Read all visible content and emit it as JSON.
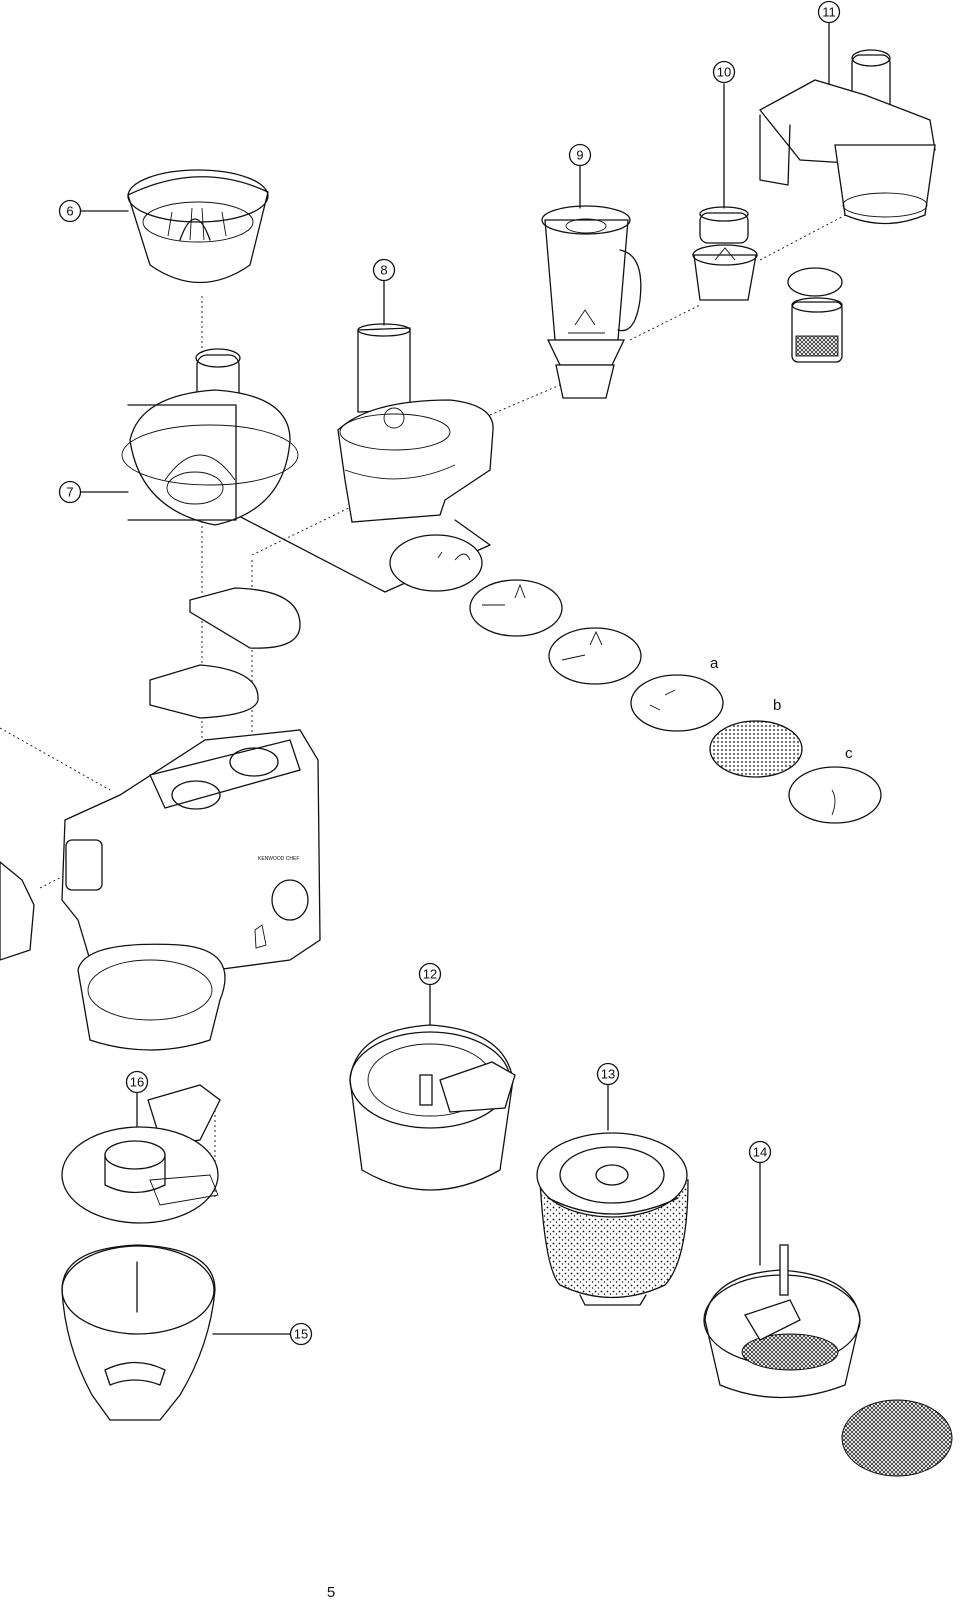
{
  "callouts": {
    "c6": "6",
    "c7": "7",
    "c8": "8",
    "c9": "9",
    "c10": "10",
    "c11": "11",
    "c12": "12",
    "c13": "13",
    "c14": "14",
    "c15": "15",
    "c16": "16"
  },
  "disc_letters": {
    "a": "a",
    "b": "b",
    "c": "c"
  },
  "mixer_brand": "KENWOOD CHEF",
  "page_number": "5"
}
